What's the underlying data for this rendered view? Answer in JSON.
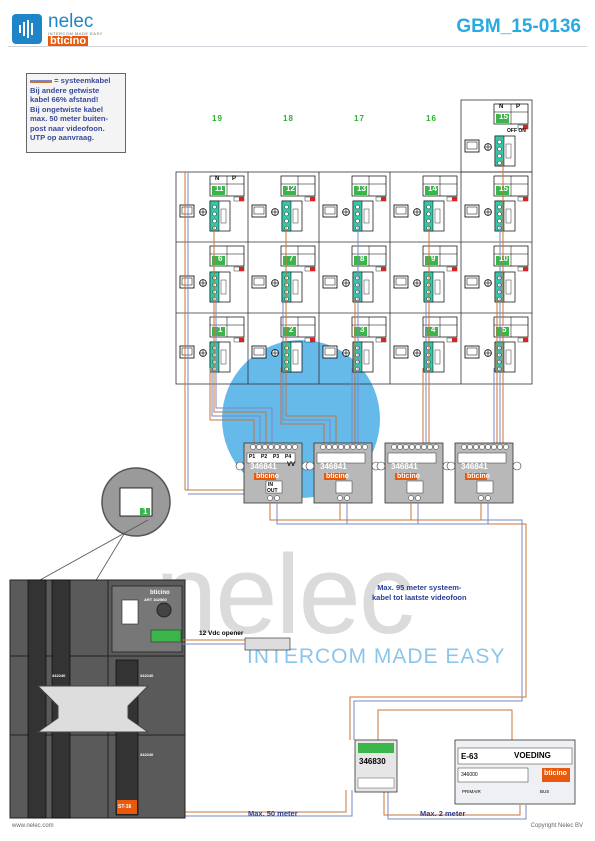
{
  "header": {
    "brand_name": "nelec",
    "brand_tagline": "INTERCOM MADE EASY",
    "partner_brand": "bticino",
    "doc_code": "GBM_15-0136"
  },
  "note": {
    "legend_label": "= systeemkabel",
    "lines": [
      "Bij andere getwiste",
      "kabel 66% afstand!",
      "Bij ongetwiste kabel",
      "max. 50 meter buiten-",
      "post naar videofoon.",
      "UTP op aanvraag."
    ]
  },
  "top_tags": [
    "19",
    "18",
    "17",
    "16"
  ],
  "apartments": {
    "row_top": [
      "11",
      "12",
      "13",
      "14",
      "15"
    ],
    "row_mid": [
      "6",
      "7",
      "8",
      "9",
      "10"
    ],
    "row_bot": [
      "1",
      "2",
      "3",
      "4",
      "5"
    ],
    "extra_top": "15",
    "np_labels": [
      "N",
      "P"
    ],
    "off_on": "OFF ON"
  },
  "distributors": {
    "model": "346841",
    "brand": "bticino",
    "ports": [
      "P1",
      "P2",
      "P3",
      "P4"
    ],
    "vv": "VV",
    "in": "IN",
    "out": "OUT"
  },
  "panel": {
    "brand": "bticino",
    "code": "ART 342560",
    "module_codes": [
      "342240",
      "342240",
      "342240"
    ],
    "opener_label": "12 Vdc opener",
    "end_tag": "ST-16"
  },
  "zoom_tag": "1",
  "cable_notes": {
    "max95": [
      "Max. 95 meter systeem-",
      "kabel tot laatste videofoon"
    ],
    "max50": "Max. 50 meter",
    "max2": "Max. 2 meter"
  },
  "power": {
    "interface_model": "346830",
    "supply_model": "E-63",
    "supply_label": "VOEDING",
    "supply_code": "346000",
    "supply_brand": "bticino",
    "primair": "PRIMAIR",
    "bus": "BUS"
  },
  "footer": {
    "left": "www.nelec.com",
    "right": "Copyright Nelec BV"
  },
  "colors": {
    "accent_blue": "#29aae1",
    "brand_orange": "#e8590c",
    "green": "#2eaf2e",
    "cable_brown": "#c8733a",
    "cable_blue": "#7a88c4"
  }
}
